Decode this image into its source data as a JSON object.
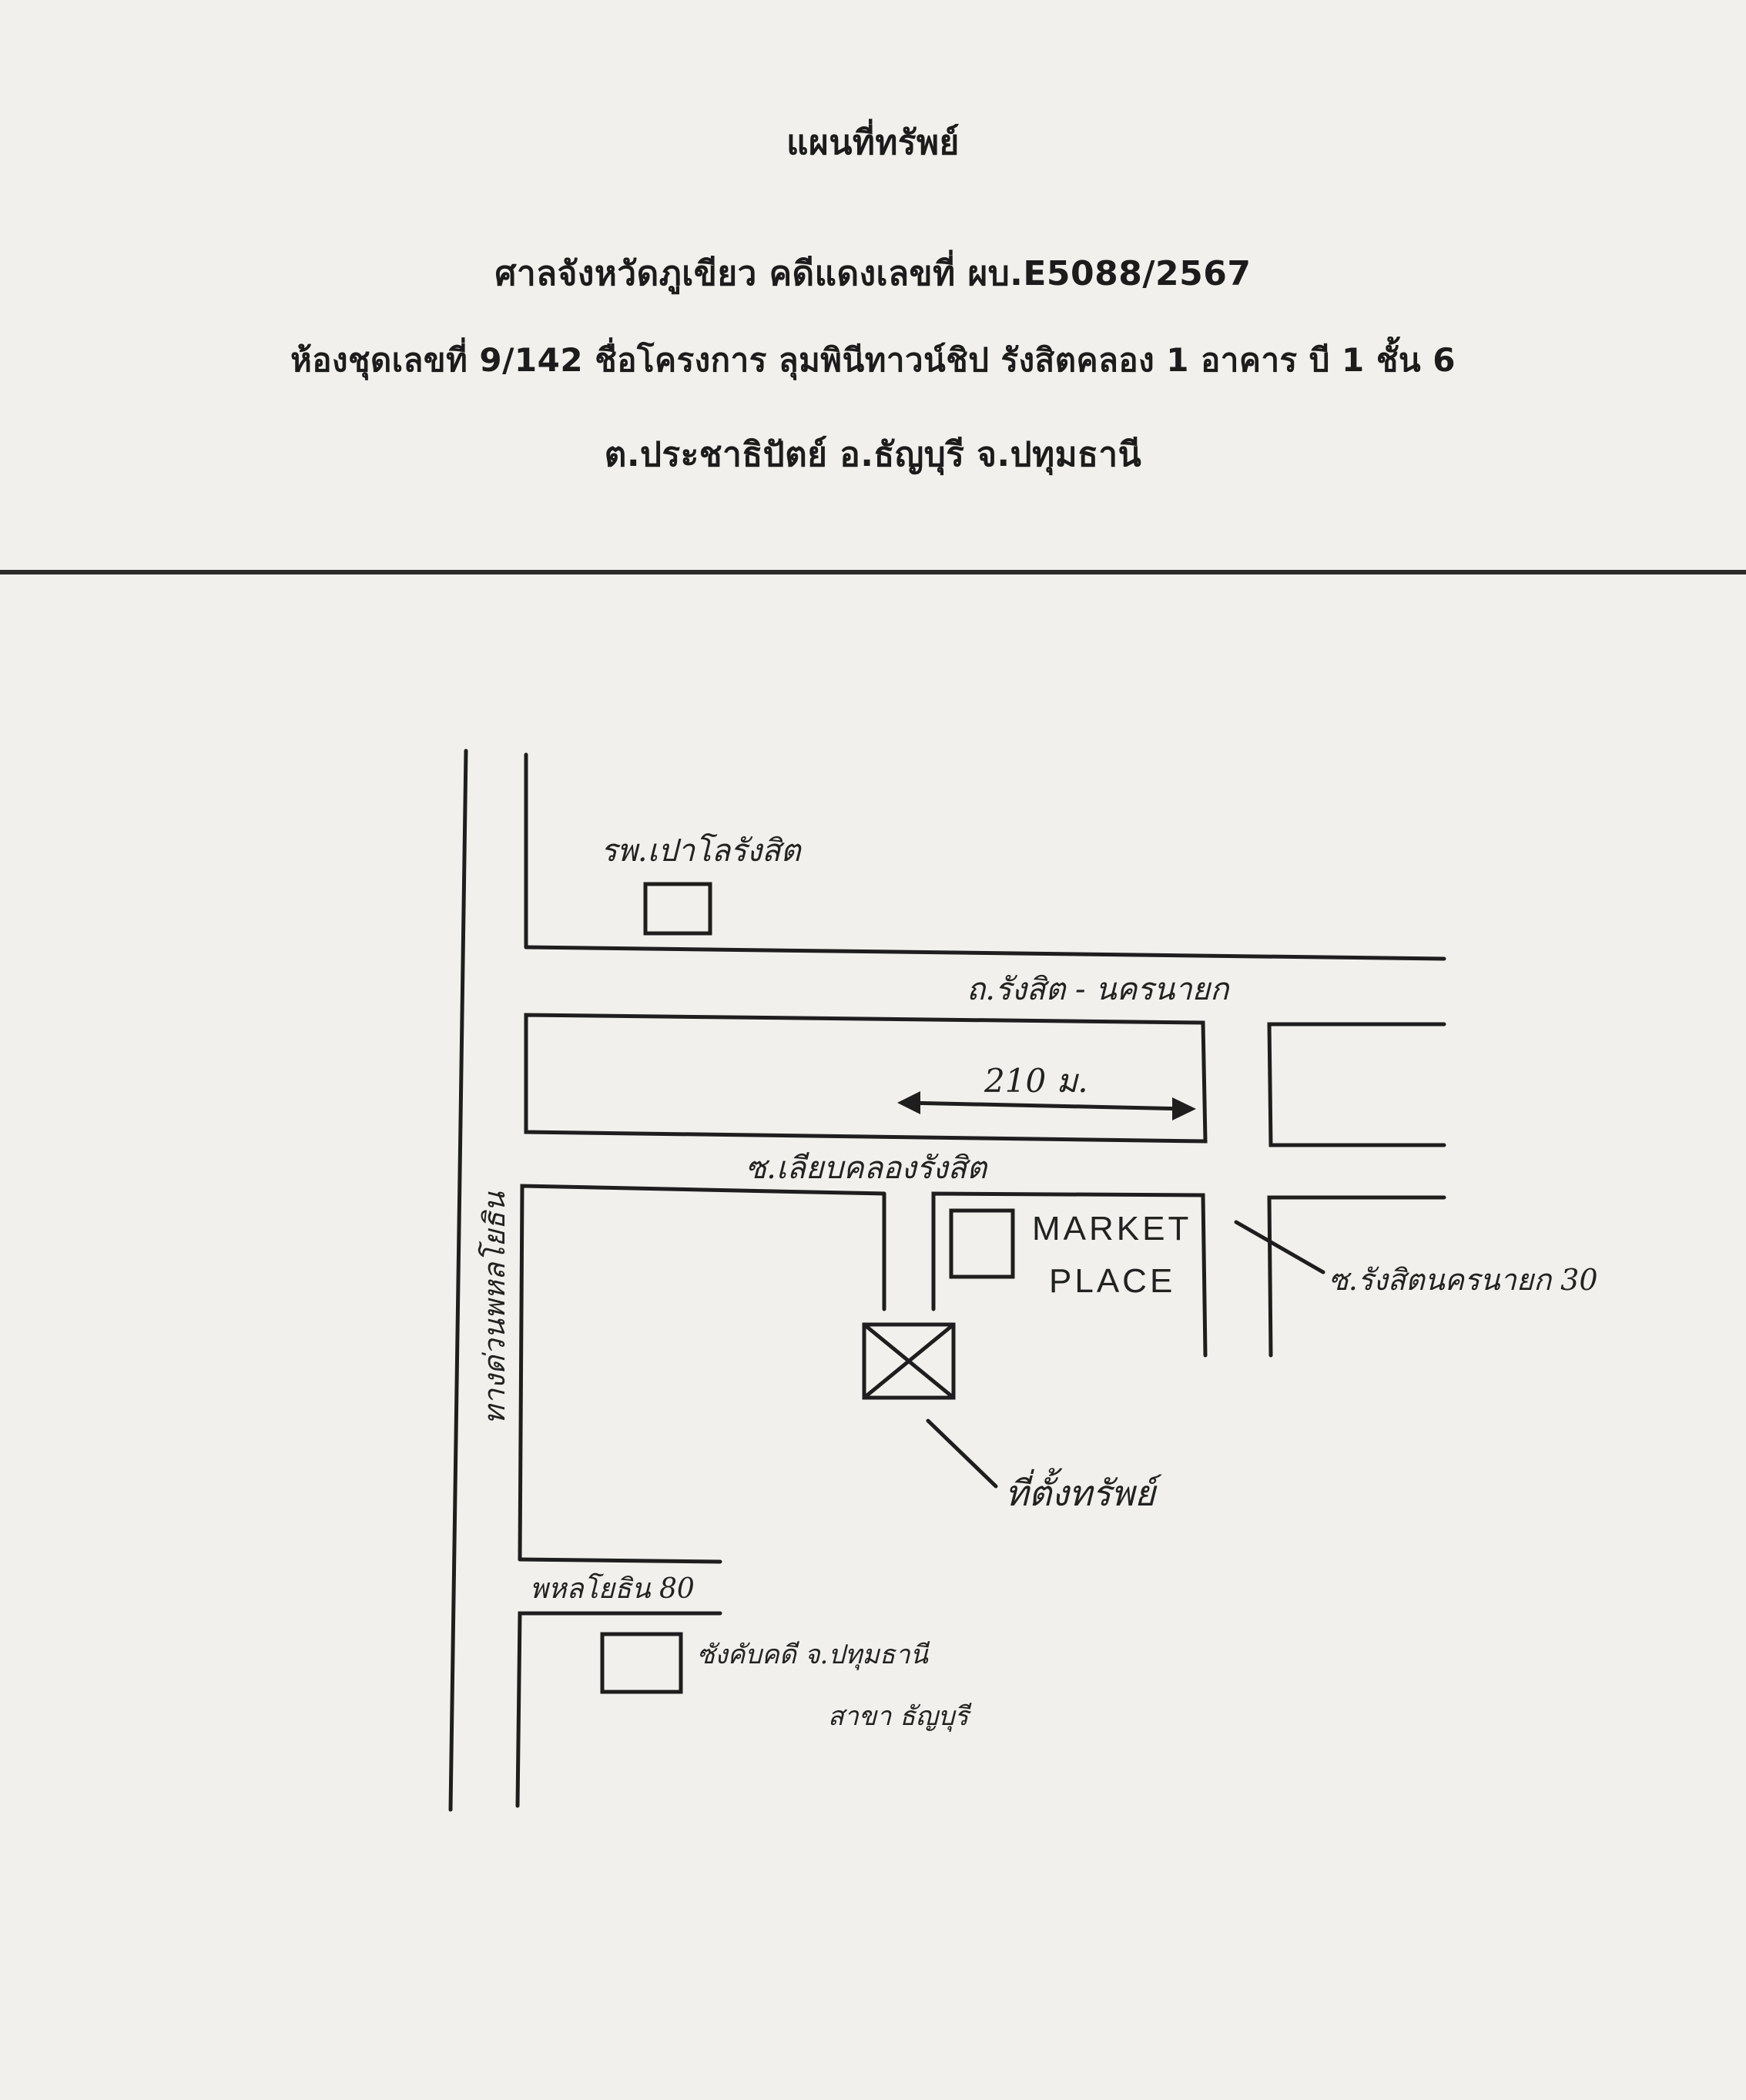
{
  "header": {
    "title": "แผนที่ทรัพย์",
    "line1": "ศาลจังหวัดภูเขียว  คดีแดงเลขที่ ผบ.E5088/2567",
    "line2": "ห้องชุดเลขที่ 9/142 ชื่อโครงการ ลุมพินีทาวน์ชิป รังสิตคลอง 1 อาคาร บี 1 ชั้น 6",
    "line3": "ต.ประชาธิปัตย์   อ.ธัญบุรี   จ.ปทุมธานี"
  },
  "map": {
    "hospital_label": "รพ.เปาโลรังสิต",
    "main_road_label": "ถ.รังสิต - นครนายก",
    "distance_label": "210 ม.",
    "local_road_label": "ซ.เลียบคลองรังสิต",
    "market_label_line1": "MARKET",
    "market_label_line2": "PLACE",
    "soi_label": "ซ.รังสิตนครนายก 30",
    "property_label": "ที่ตั้งทรัพย์",
    "highway_label": "ทางด่วนพหลโยธิน",
    "phahon_label": "พหลโยธิน 80",
    "office_label_line1": "ซังคับคดี จ.ปทุมธานี",
    "office_label_line2": "สาขา ธัญบุรี"
  }
}
